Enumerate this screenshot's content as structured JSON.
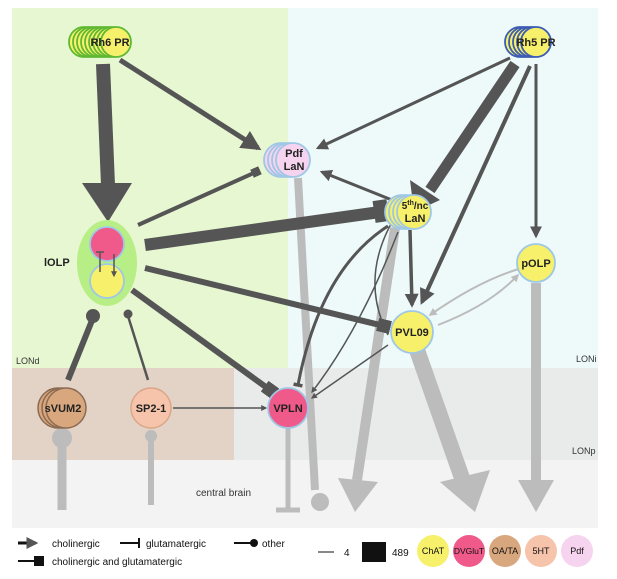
{
  "regions": {
    "lond": "LONd",
    "loni": "LONi",
    "lonp": "LONp",
    "central_brain": "central brain"
  },
  "nodes": {
    "rh6": "Rh6 PR",
    "rh5": "Rh5 PR",
    "pdf_line1": "Pdf",
    "pdf_line2": "LaN",
    "fifth_base": "5",
    "fifth_sup": "th",
    "fifth_rest": "/nc",
    "fifth_line2": "LaN",
    "lolp": "lOLP",
    "polp": "pOLP",
    "pvl09": "PVL09",
    "svum2": "sVUM2",
    "sp21": "SP2-1",
    "vpln": "VPLN"
  },
  "legend": {
    "cholinergic": "cholinergic",
    "glutamatergic": "glutamatergic",
    "other": "other",
    "chol_and_glut": "cholinergic and glutamatergic",
    "min_weight": "4",
    "max_weight": "489",
    "swatches": [
      {
        "label": "ChAT",
        "color": "#f7f06a"
      },
      {
        "label": "DVGluT",
        "color": "#ef5a8a"
      },
      {
        "label": "OA/TA",
        "color": "#d9a77e"
      },
      {
        "label": "5HT",
        "color": "#f6c3ab"
      },
      {
        "label": "Pdf",
        "color": "#f6d3ee"
      }
    ]
  },
  "colors": {
    "lond_bg": "#e6f7d2",
    "loni_bg": "#eefafa",
    "lonp_left_bg": "#e2d3c6",
    "lonp_right_bg": "#e9ebeb",
    "central_bg": "#f3f3f3",
    "edge_dark": "#555555",
    "edge_light": "#bcbcbc",
    "rh6_ring": "#5fb833",
    "rh5_ring": "#3b5bb5"
  }
}
